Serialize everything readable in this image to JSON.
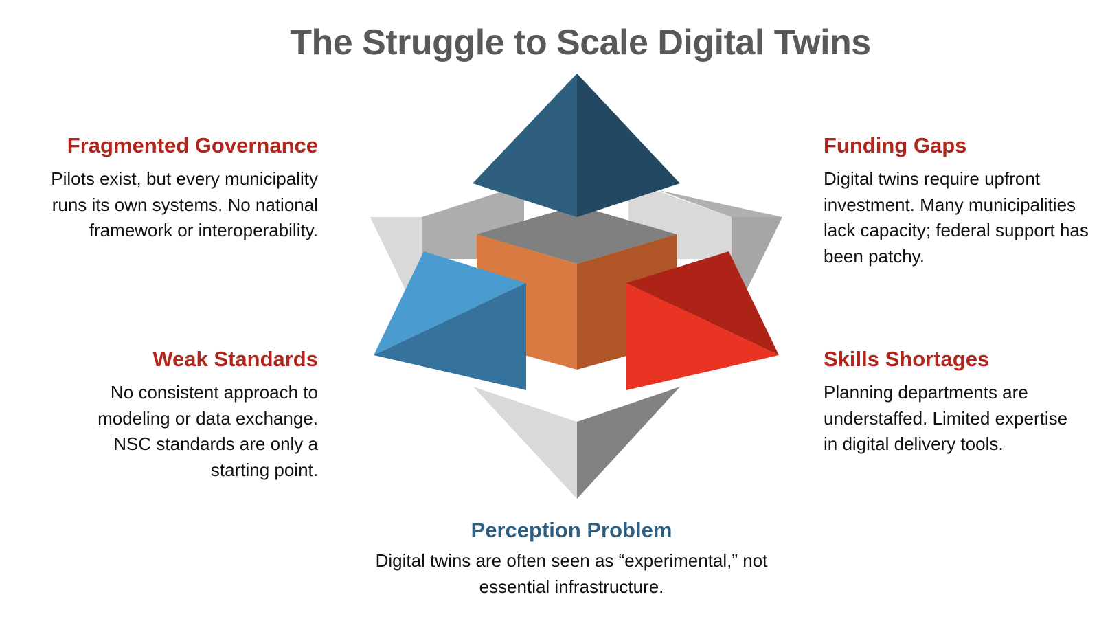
{
  "title": "The Struggle to Scale Digital Twins",
  "challenges": [
    {
      "heading": "Fragmented Governance",
      "body": "Pilots exist, but every municipality runs its own systems. No national framework or interoperability."
    },
    {
      "heading": "Weak Standards",
      "body": "No consistent approach to modeling or data exchange. NSC standards are only a starting point."
    },
    {
      "heading": "Funding Gaps",
      "body": "Digital twins require upfront investment. Many municipalities lack capacity; federal support has been patchy."
    },
    {
      "heading": "Skills Shortages",
      "body": "Planning departments are understaffed. Limited expertise in digital delivery tools."
    },
    {
      "heading": "Perception Problem",
      "body": "Digital twins are often seen as “experimental,” not essential infrastructure."
    }
  ],
  "colors": {
    "heading_red": "#b0261c",
    "heading_blue": "#2e5f80",
    "title_gray": "#595959"
  }
}
